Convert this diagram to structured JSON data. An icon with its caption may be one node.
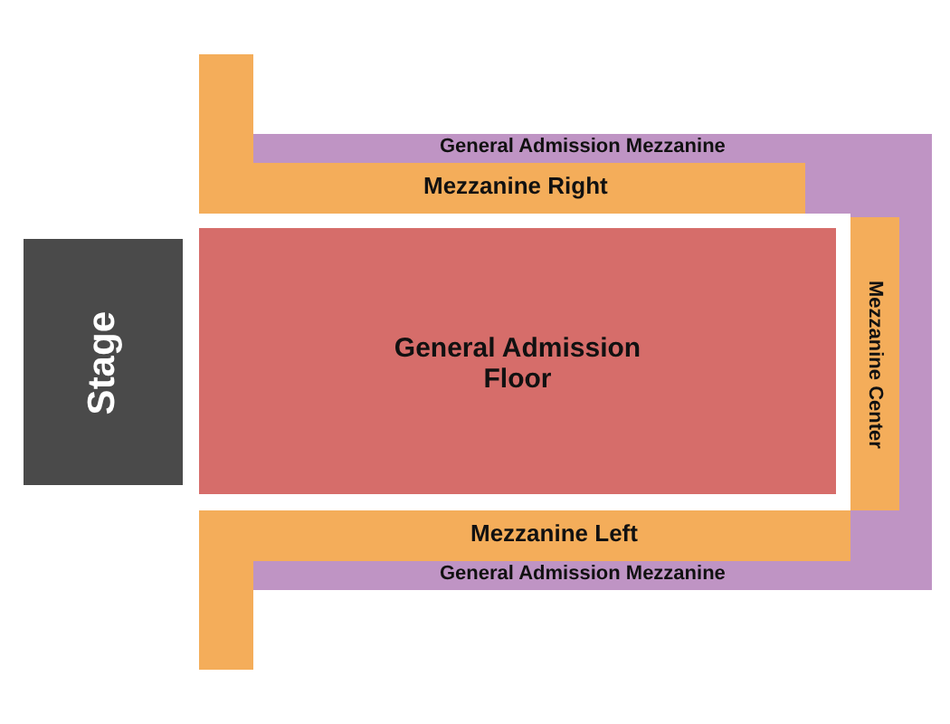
{
  "diagram": {
    "nodes": [
      {
        "text": [
          "General Admission Mezzanine",
          "General Admission Mezzanine"
        ]
      },
      {
        "text": [
          "Mezzanine Right"
        ]
      },
      {
        "text": [
          "Stage"
        ]
      },
      {
        "text": [
          "General Admission Floor"
        ]
      },
      {
        "text": [
          "Mezzanine Center"
        ],
        "in": 0
      },
      {
        "text": [
          "Mezzanine Left"
        ]
      }
    ]
  }
}
